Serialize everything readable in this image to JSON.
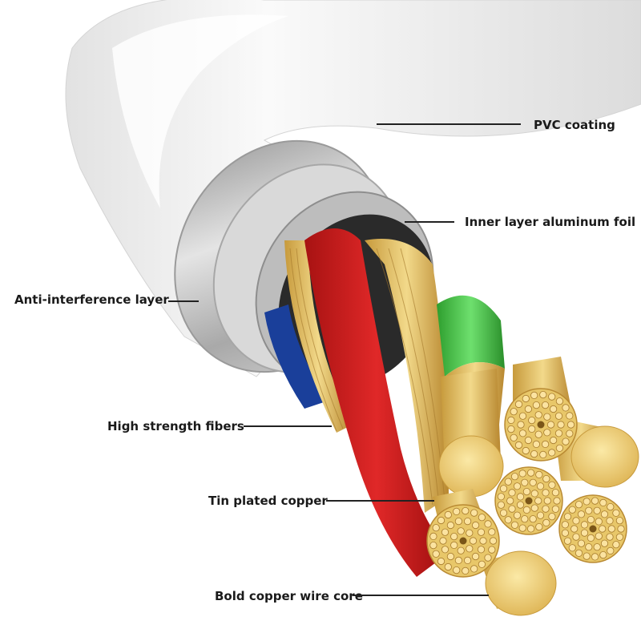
{
  "labels": {
    "pvc_coating": "PVC coating",
    "aluminum_foil": "Inner layer aluminum foil",
    "anti_interference": "Anti-interference layer",
    "high_strength_fibers": "High strength fibers",
    "tin_plated_copper": "Tin plated copper",
    "bold_copper_core": "Bold copper wire core"
  },
  "colors": {
    "pvc": "#f1f1f1",
    "shield_silver": "#b9b9b9",
    "wire_red": "#d21f1f",
    "wire_green": "#3ec23e",
    "wire_blue": "#1a3f9a",
    "copper_gold": "#e6c46a"
  }
}
